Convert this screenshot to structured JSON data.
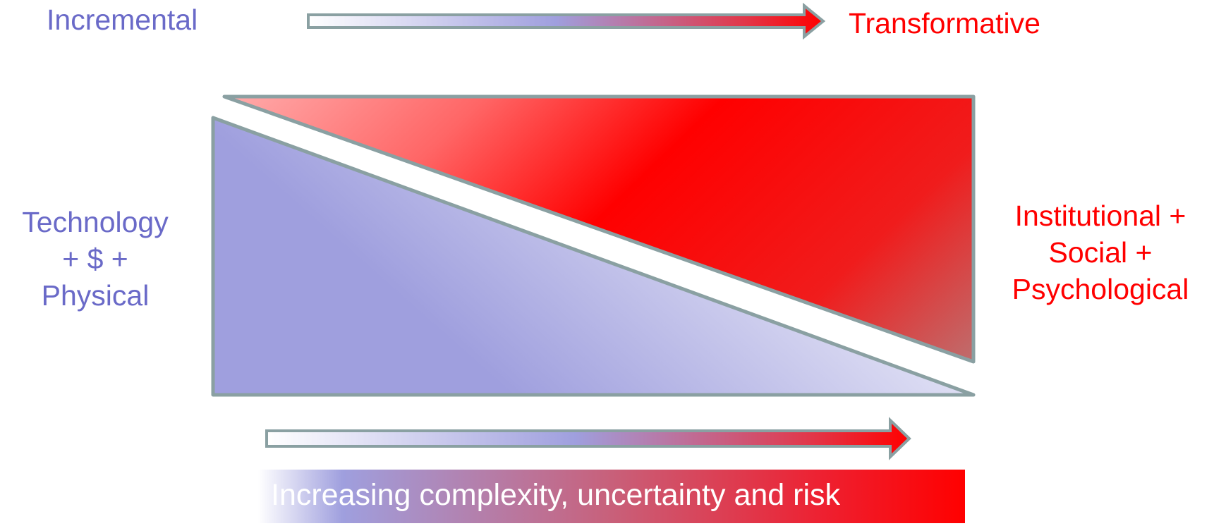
{
  "labels": {
    "top_left": "Incremental",
    "top_right": "Transformative",
    "left_lines": [
      "Technology",
      "+ $ +",
      "Physical"
    ],
    "right_lines": [
      "Institutional +",
      "Social +",
      "Psychological"
    ],
    "bottom_banner": "Increasing complexity, uncertainty and risk"
  },
  "colors": {
    "blue_text": "#6a6ac8",
    "red_text": "#ff0000",
    "blue_fill": "#9f9fde",
    "red_fill": "#ff0000",
    "outline": "#8aa0a2",
    "white": "#ffffff"
  }
}
